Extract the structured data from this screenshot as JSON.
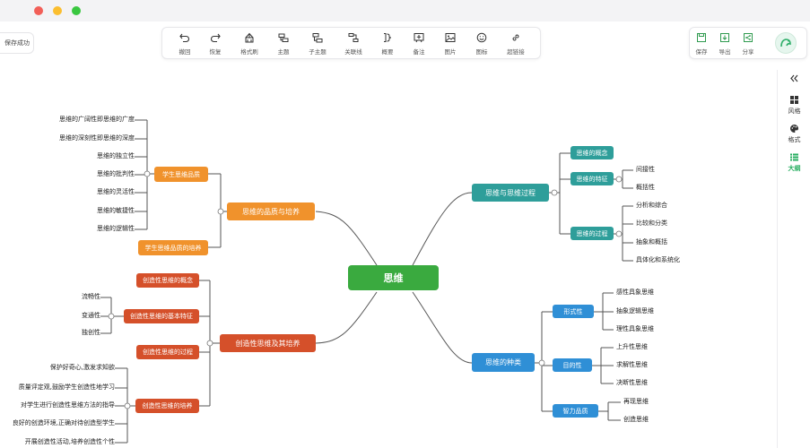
{
  "window": {
    "controls": [
      "close",
      "minimize",
      "maximize"
    ],
    "colors": {
      "close": "#f25f58",
      "minimize": "#fbbe2f",
      "maximize": "#3ac740"
    }
  },
  "status": {
    "save_text": "保存成功"
  },
  "toolbar": [
    {
      "label": "撤回",
      "icon": "undo-icon"
    },
    {
      "label": "恢复",
      "icon": "redo-icon"
    },
    {
      "label": "格式刷",
      "icon": "format-brush-icon"
    },
    {
      "label": "主题",
      "icon": "topic-icon"
    },
    {
      "label": "子主题",
      "icon": "subtopic-icon"
    },
    {
      "label": "关联线",
      "icon": "relation-line-icon"
    },
    {
      "label": "概要",
      "icon": "summary-icon"
    },
    {
      "label": "备注",
      "icon": "note-icon"
    },
    {
      "label": "图片",
      "icon": "image-icon"
    },
    {
      "label": "图标",
      "icon": "emoji-icon"
    },
    {
      "label": "超链接",
      "icon": "link-icon"
    }
  ],
  "right_toolbar": [
    {
      "label": "保存",
      "icon": "save-icon"
    },
    {
      "label": "导出",
      "icon": "export-icon"
    },
    {
      "label": "分享",
      "icon": "share-icon"
    }
  ],
  "side_panel": {
    "collapse_icon": "double-chevron-left-icon",
    "items": [
      {
        "label": "风格",
        "icon": "grid-icon",
        "active": false
      },
      {
        "label": "格式",
        "icon": "palette-icon",
        "active": false
      },
      {
        "label": "大纲",
        "icon": "outline-icon",
        "active": true
      }
    ],
    "active_color": "#27ae60"
  },
  "colors": {
    "root": "#3aaa3f",
    "orange": "#f0922c",
    "teal": "#2e9e9a",
    "red": "#d5502a",
    "blue": "#2f8fd6",
    "line": "#555555"
  },
  "mindmap": {
    "root": "思维",
    "quality": {
      "label": "思维的品质与培养",
      "student_quality": "学生思维品质",
      "traits": [
        "思维的广阔性即思维的广度",
        "思维的深刻性即思维的深度",
        "思维的独立性",
        "思维的批判性",
        "思维的灵活性",
        "思维的敏捷性",
        "思维的逻辑性"
      ],
      "cultivation": "学生思维品质的培养"
    },
    "creative": {
      "label": "创造性思维及其培养",
      "concept": "创造性思维的概念",
      "features": "创造性思维的基本特征",
      "feature_items": [
        "流畅性",
        "变通性",
        "独创性"
      ],
      "process": "创造性思维的过程",
      "cultivation": "创造性思维的培养",
      "cultivation_items": [
        "保护好奇心,激发求知欲",
        "质量评定观,鼓励学生创造性地学习",
        "对学生进行创造性思维方法的指导",
        "良好的创造环境,正确对待创造型学生",
        "开展创造性活动,培养创造性个性"
      ]
    },
    "process": {
      "label": "思维与思维过程",
      "concept": "思维的概念",
      "features": "思维的特征",
      "feature_items": [
        "间接性",
        "概括性"
      ],
      "procedure": "思维的过程",
      "procedure_items": [
        "分析和综合",
        "比较和分类",
        "抽象和概括",
        "具体化和系统化"
      ]
    },
    "types": {
      "label": "思维的种类",
      "form": "形式性",
      "form_items": [
        "感性具象思维",
        "抽象逻辑思维",
        "理性具象思维"
      ],
      "purpose": "目的性",
      "purpose_items": [
        "上升性思维",
        "求解性思维",
        "决断性思维"
      ],
      "intelligence": "智力品质",
      "intelligence_items": [
        "再现思维",
        "创造思维"
      ]
    }
  }
}
